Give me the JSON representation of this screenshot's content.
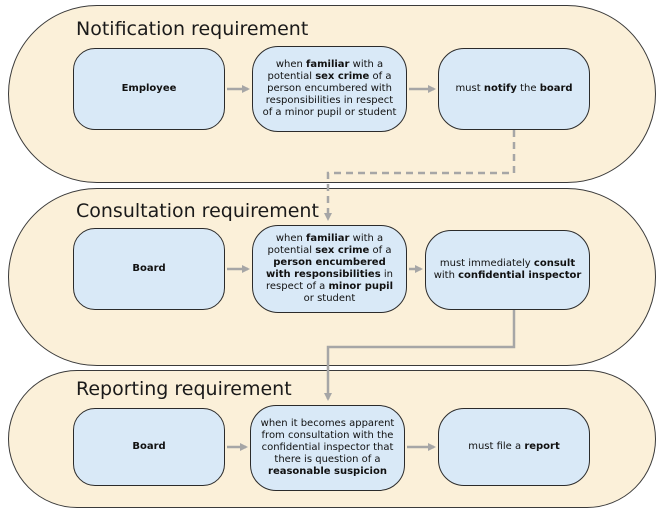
{
  "lanes": [
    {
      "title": "Notification requirement",
      "actor": "Employee",
      "condition": [
        {
          "t": "when ",
          "b": false
        },
        {
          "t": "familiar",
          "b": true
        },
        {
          "t": " with a potential ",
          "b": false
        },
        {
          "t": "sex crime",
          "b": true
        },
        {
          "t": " of a person encumbered with responsibilities in respect of a minor pupil or student",
          "b": false
        }
      ],
      "outcome": [
        {
          "t": "must ",
          "b": false
        },
        {
          "t": "notify",
          "b": true
        },
        {
          "t": " the ",
          "b": false
        },
        {
          "t": "board",
          "b": true
        }
      ]
    },
    {
      "title": "Consultation requirement",
      "actor": "Board",
      "condition": [
        {
          "t": "when ",
          "b": false
        },
        {
          "t": "familiar",
          "b": true
        },
        {
          "t": " with a potential ",
          "b": false
        },
        {
          "t": "sex crime",
          "b": true
        },
        {
          "t": " of a ",
          "b": false
        },
        {
          "t": "person encumbered with responsibilities",
          "b": true
        },
        {
          "t": " in respect of a ",
          "b": false
        },
        {
          "t": "minor pupil",
          "b": true
        },
        {
          "t": " or student",
          "b": false
        }
      ],
      "outcome": [
        {
          "t": "must immediately ",
          "b": false
        },
        {
          "t": "consult",
          "b": true
        },
        {
          "t": " with ",
          "b": false
        },
        {
          "t": "confidential inspector",
          "b": true
        }
      ]
    },
    {
      "title": "Reporting requirement",
      "actor": "Board",
      "condition": [
        {
          "t": "when it becomes apparent from consultation with the confidential inspector that there is question of a ",
          "b": false
        },
        {
          "t": "reasonable suspicion",
          "b": true
        }
      ],
      "outcome": [
        {
          "t": "must file a ",
          "b": false
        },
        {
          "t": "report",
          "b": true
        }
      ]
    }
  ],
  "colors": {
    "lane_fill": "#fbf0d9",
    "box_fill": "#d9e9f7",
    "arrow": "#a6a6a6",
    "border": "#2b2b2b"
  }
}
